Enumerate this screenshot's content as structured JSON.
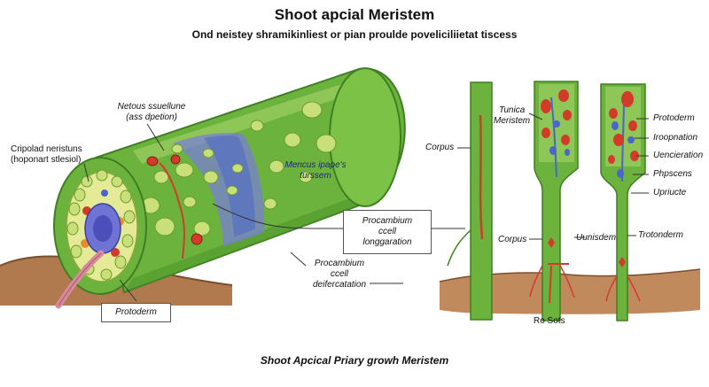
{
  "title": "Shoot apcial Meristem",
  "subtitle": "Ond neistey shramikinliest or pian proulde poveliciliietat tiscess",
  "caption": "Shoot Apcical Priary growh Meristem",
  "labels": {
    "netous_line1": "Netous ssuellune",
    "netous_line2": "(ass dpetion)",
    "cripolad_line1": "Cripolad neristuns",
    "cripolad_line2": "(hoponart stlesiol)",
    "inner_line1": "Mencus ipape's",
    "inner_line2": "turssem",
    "procambium1_line1": "Procambium",
    "procambium1_line2": "ccell",
    "procambium1_line3": "longgaration",
    "procambium2_line1": "Procambium",
    "procambium2_line2": "ccell",
    "procambium2_line3": "deifercatation",
    "protoderm_box": "Protoderm",
    "corpus_top": "Corpus",
    "tunica_line1": "Tunica",
    "tunica_line2": "Meristem",
    "corpus_bottom": "Corpus",
    "unisdem": "Uunisdem",
    "trotonderm": "Trotonderm",
    "ro_sots": "Ro Sots",
    "protoderm_right": "Protoderm",
    "iroopnation": "Iroopnation",
    "uencieration": "Uencieration",
    "phpscens": "Phpscens",
    "upriucte": "Upriucte"
  },
  "colors": {
    "stem_green": "#6cb33e",
    "stem_dark": "#3f7e22",
    "cell_light": "#c9e07a",
    "vascular_blue": "#7a7fd6",
    "red_accent": "#d23b2a",
    "soil": "#b07a4e"
  }
}
